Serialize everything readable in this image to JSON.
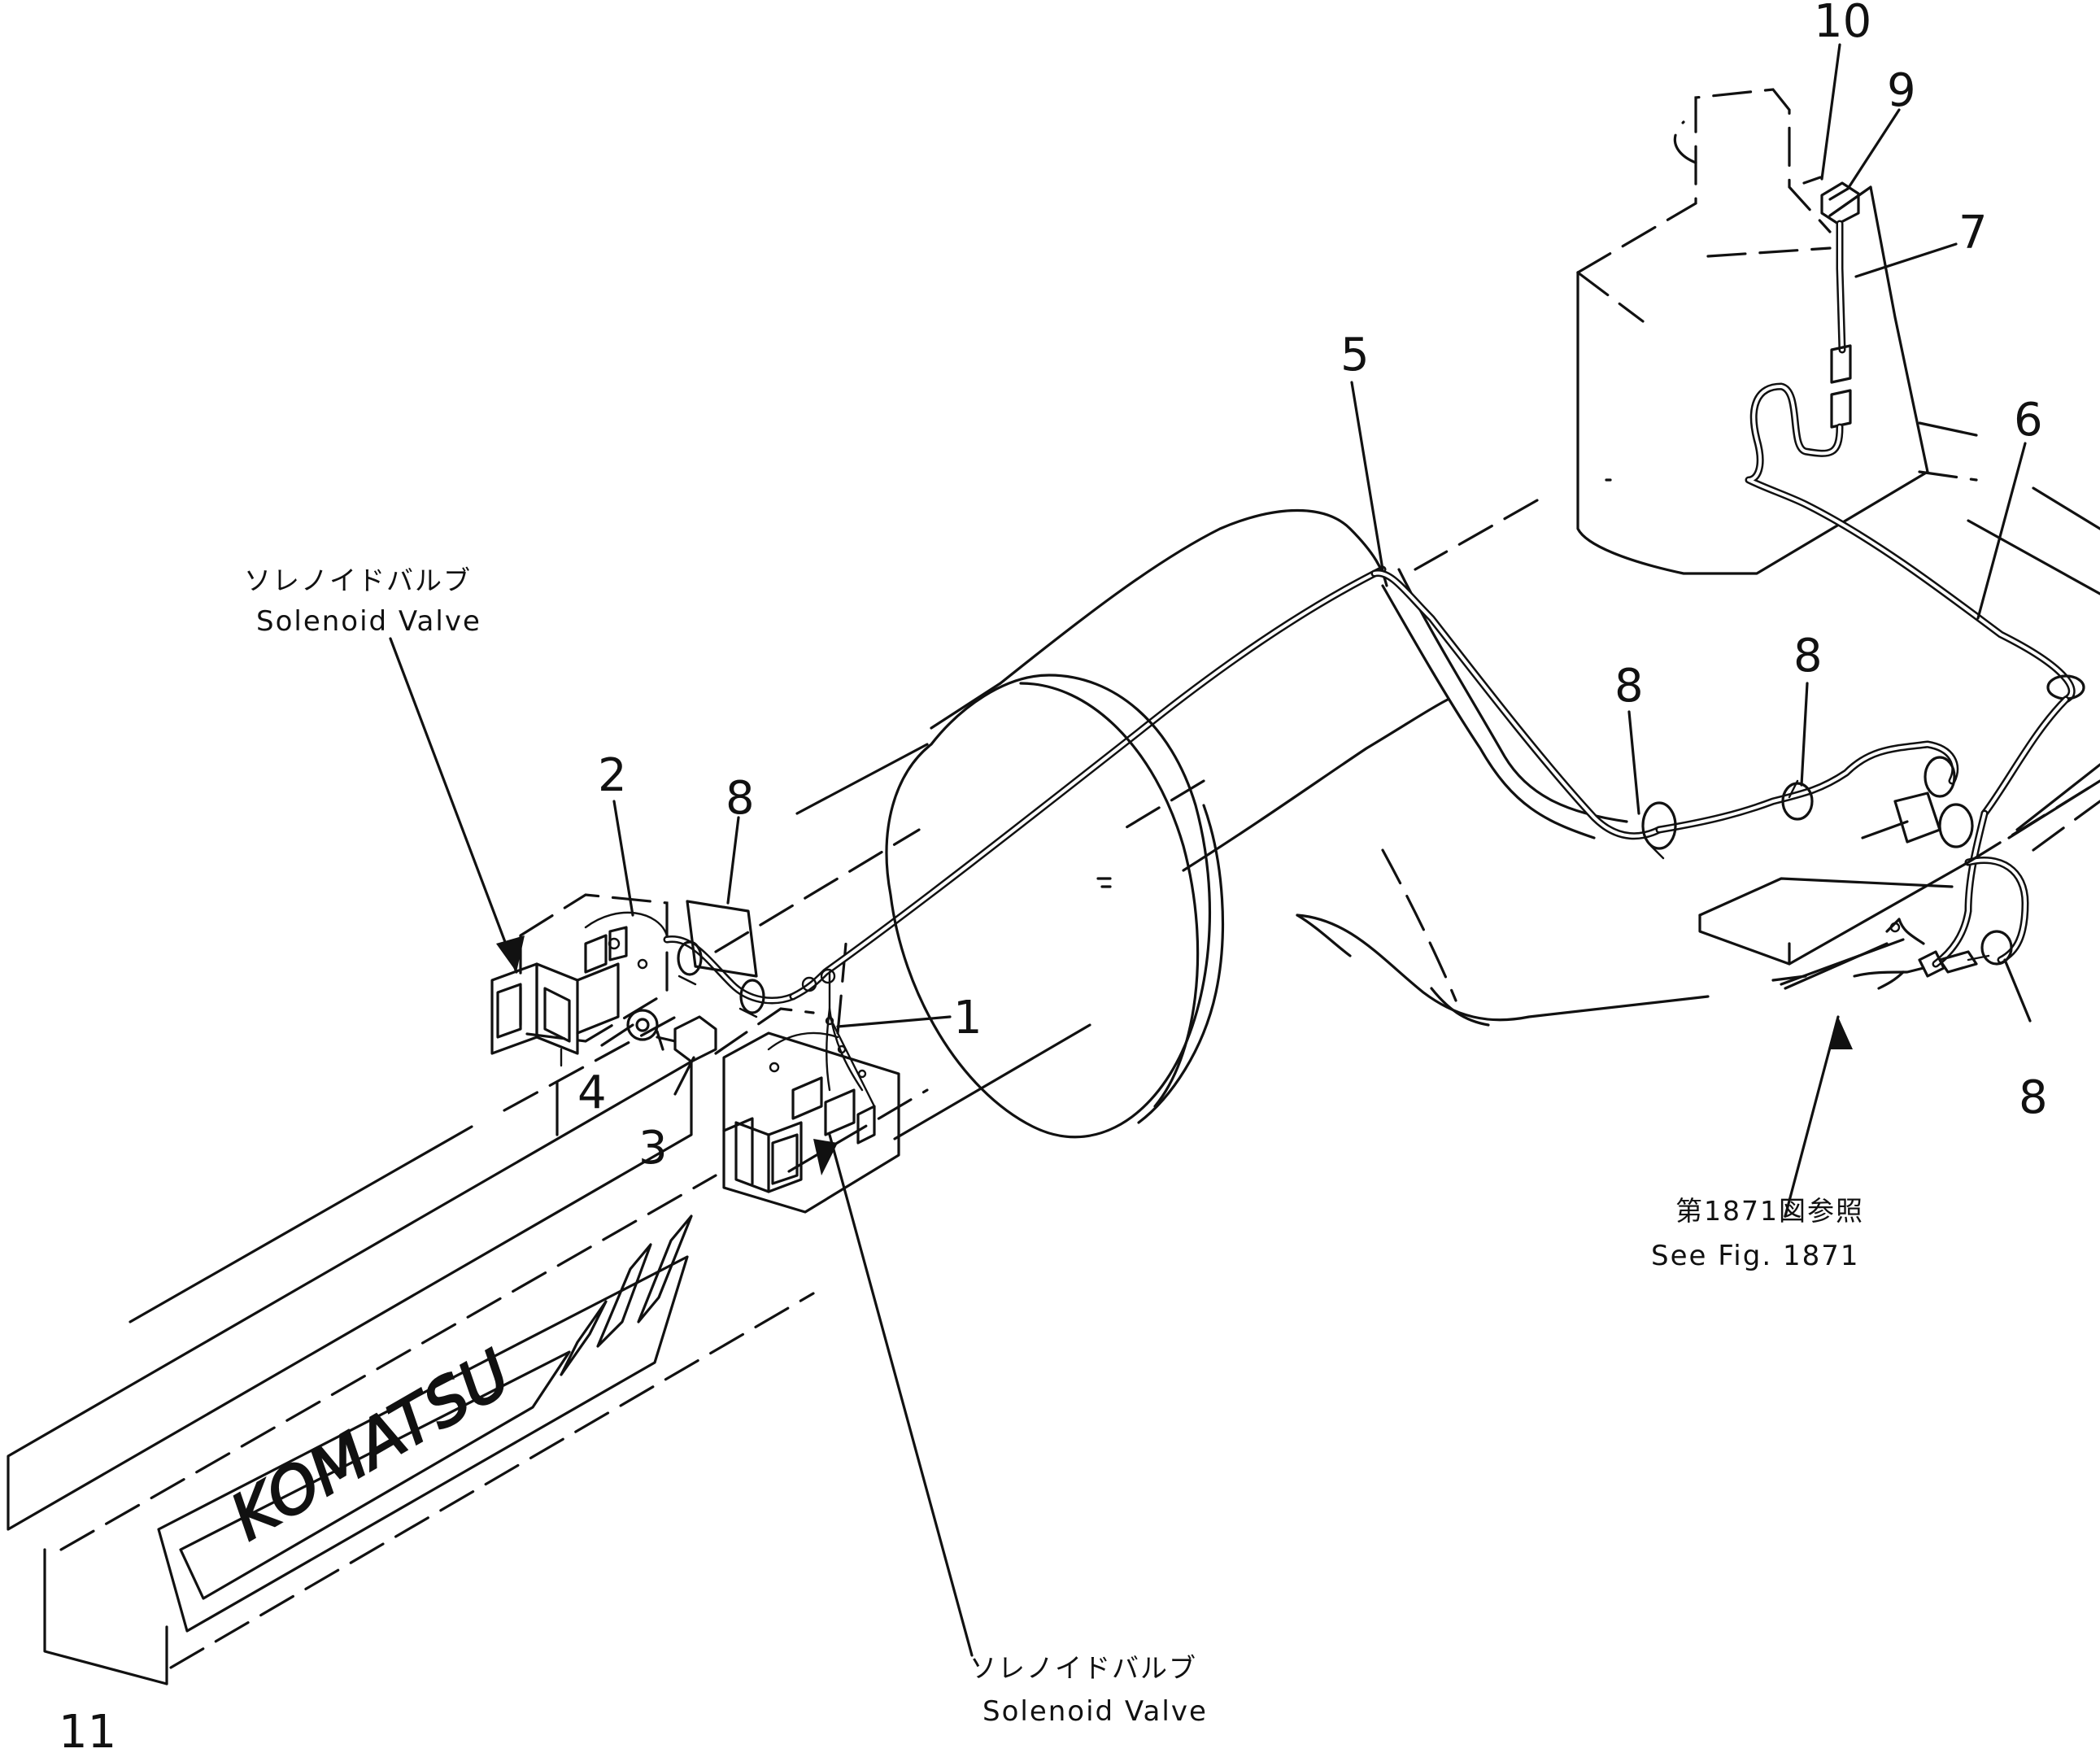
{
  "callouts": {
    "c1": "1",
    "c2": "2",
    "c3": "3",
    "c4": "4",
    "c5": "5",
    "c6": "6",
    "c7": "7",
    "c8": "8",
    "c9": "9",
    "c10": "10",
    "c11": "11"
  },
  "labels": {
    "solenoid_valve_jp": "ソレノイドバルブ",
    "solenoid_valve_en": "Solenoid Valve",
    "see_fig_jp": "第1871図参照",
    "see_fig_en": "See Fig. 1871",
    "brand": "KOMATSU"
  }
}
